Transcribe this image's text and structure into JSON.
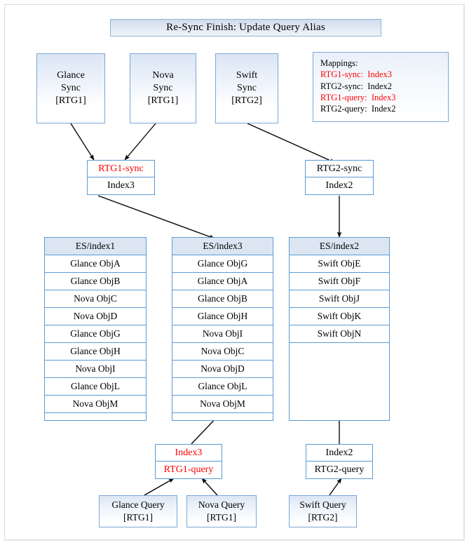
{
  "title": {
    "text": "Re-Sync Finish: Update Query Alias"
  },
  "sync_sources": [
    {
      "name": "Glance Sync",
      "line1": "Glance",
      "line2": "Sync",
      "line3": "[RTG1]"
    },
    {
      "name": "Nova Sync",
      "line1": "Nova",
      "line2": "Sync",
      "line3": "[RTG1]"
    },
    {
      "name": "Swift Sync",
      "line1": "Swift",
      "line2": "Sync",
      "line3": "[RTG2]"
    }
  ],
  "mappings": {
    "heading": "Mappings:",
    "rows": [
      {
        "label": "RTG1-sync:",
        "value": "Index3",
        "color": "#ff0000"
      },
      {
        "label": "RTG2-sync:",
        "value": "Index2",
        "color": "#000000"
      },
      {
        "label": "RTG1-query:",
        "value": "Index3",
        "color": "#ff0000"
      },
      {
        "label": "RTG2-query:",
        "value": "Index2",
        "color": "#000000"
      }
    ]
  },
  "sync_aliases": [
    {
      "alias": "RTG1-sync",
      "index": "Index3",
      "alias_color": "#ff0000"
    },
    {
      "alias": "RTG2-sync",
      "index": "Index2",
      "alias_color": "#000000"
    }
  ],
  "indices": [
    {
      "header": "ES/index1",
      "rows": [
        "Glance ObjA",
        "Glance ObjB",
        "Nova ObjC",
        "Nova ObjD",
        "Glance ObjG",
        "Glance ObjH",
        "Nova ObjI",
        "Glance ObjL",
        "Nova ObjM"
      ]
    },
    {
      "header": "ES/index3",
      "rows": [
        "Glance ObjG",
        "Glance ObjA",
        "Glance ObjB",
        "Glance ObjH",
        "Nova ObjI",
        "Nova ObjC",
        "Nova ObjD",
        "Glance ObjL",
        "Nova ObjM"
      ]
    },
    {
      "header": "ES/index2",
      "rows": [
        "Swift ObjE",
        "Swift ObjF",
        "Swift ObjJ",
        "Swift ObjK",
        "Swift ObjN"
      ]
    }
  ],
  "query_aliases": [
    {
      "index": "Index3",
      "alias": "RTG1-query",
      "color": "#ff0000"
    },
    {
      "index": "Index2",
      "alias": "RTG2-query",
      "color": "#000000"
    }
  ],
  "query_sources": [
    {
      "name": "Glance Query",
      "line1": "Glance Query",
      "line2": "[RTG1]"
    },
    {
      "name": "Nova Query",
      "line1": "Nova Query",
      "line2": "[RTG1]"
    },
    {
      "name": "Swift Query",
      "line1": "Swift Query",
      "line2": "[RTG2]"
    }
  ],
  "colors": {
    "accent_red": "#ff0000",
    "box_border": "#5b9bd5",
    "header_fill": "#dce6f2",
    "arrow": "#000000"
  }
}
